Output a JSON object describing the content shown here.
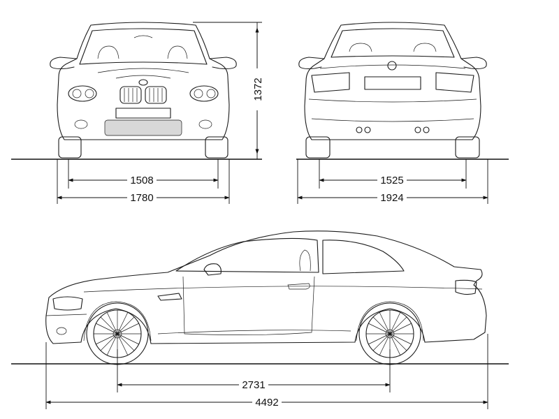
{
  "diagram": {
    "views": [
      "front",
      "rear",
      "side"
    ],
    "dimensions": {
      "height": "1372",
      "front_track": "1508",
      "front_width": "1780",
      "rear_track": "1525",
      "rear_width": "1924",
      "wheelbase": "2731",
      "length": "4492"
    }
  }
}
